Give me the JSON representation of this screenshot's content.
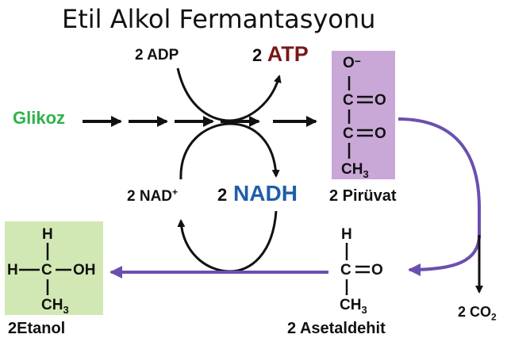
{
  "title": "Etil Alkol Fermantasyonu",
  "labels": {
    "glikoz": "Glikoz",
    "adp": "2 ADP",
    "atp_count": "2",
    "atp": "ATP",
    "nad_plus": "2 NAD",
    "nad_plus_sup": "+",
    "nadh_count": "2",
    "nadh": "NADH",
    "piruvat": "2 Pirüvat",
    "asetaldehit": "2 Asetaldehit",
    "etanol": "2Etanol",
    "co2": "2 CO",
    "co2_sub": "2"
  },
  "molecules": {
    "piruvat": {
      "o_minus": "O",
      "minus": "−",
      "c1": "C",
      "o1": "O",
      "c2": "C",
      "o2": "O",
      "ch3": "CH",
      "ch3_sub": "3"
    },
    "asetaldehit": {
      "h": "H",
      "c": "C",
      "o": "O",
      "ch3": "CH",
      "ch3_sub": "3"
    },
    "etanol": {
      "h_top": "H",
      "h_left": "H",
      "c": "C",
      "oh": "OH",
      "ch3": "CH",
      "ch3_sub": "3"
    }
  },
  "colors": {
    "glikoz": "#2fb24a",
    "atp": "#7a1717",
    "nadh": "#1f5ea8",
    "piruvat_box": "#c9a8d8",
    "etanol_box": "#d2e8b4",
    "purple_arrow": "#6b4fb0",
    "black": "#111111"
  }
}
